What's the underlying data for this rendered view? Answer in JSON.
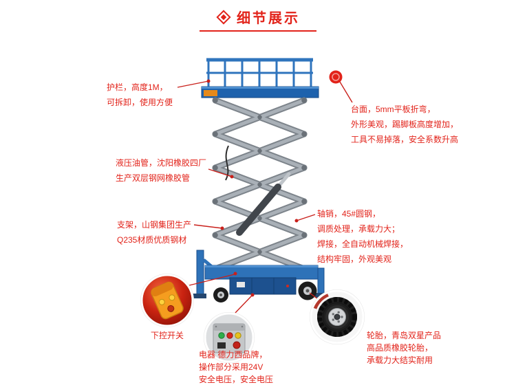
{
  "header": {
    "title": "细节展示",
    "icon": "diamond-icon"
  },
  "colors": {
    "accent_red": "#e2231a",
    "machine_blue": "#2e72b8",
    "scissor_gray": "#a9b0b7"
  },
  "callouts": {
    "guardrail": {
      "lines": [
        "护栏，高度1M，",
        "可拆卸，使用方便"
      ]
    },
    "platform": {
      "lines": [
        "台面，5mm平板折弯，",
        "外形美观，踢脚板高度增加，",
        "工具不易掉落，安全系数升高"
      ]
    },
    "hose": {
      "lines": [
        "液压油管，沈阳橡胶四厂",
        "生产双层钢网橡胶管"
      ]
    },
    "frame": {
      "lines": [
        "支架，山钢集团生产",
        "Q235材质优质钢材"
      ]
    },
    "pin": {
      "lines": [
        "轴销，45#圆钢，",
        "调质处理，承载力大；",
        "焊接，全自动机械焊接，",
        "结构牢固，外观美观"
      ]
    },
    "remote": {
      "label": "下控开关"
    },
    "electric": {
      "lines": [
        "电器 德力西品牌，",
        "操作部分采用24V",
        "安全电压，安全电压"
      ]
    },
    "tire": {
      "lines": [
        "轮胎，青岛双星产品",
        "高品质橡胶轮胎，",
        "承载力大结实耐用"
      ]
    }
  }
}
